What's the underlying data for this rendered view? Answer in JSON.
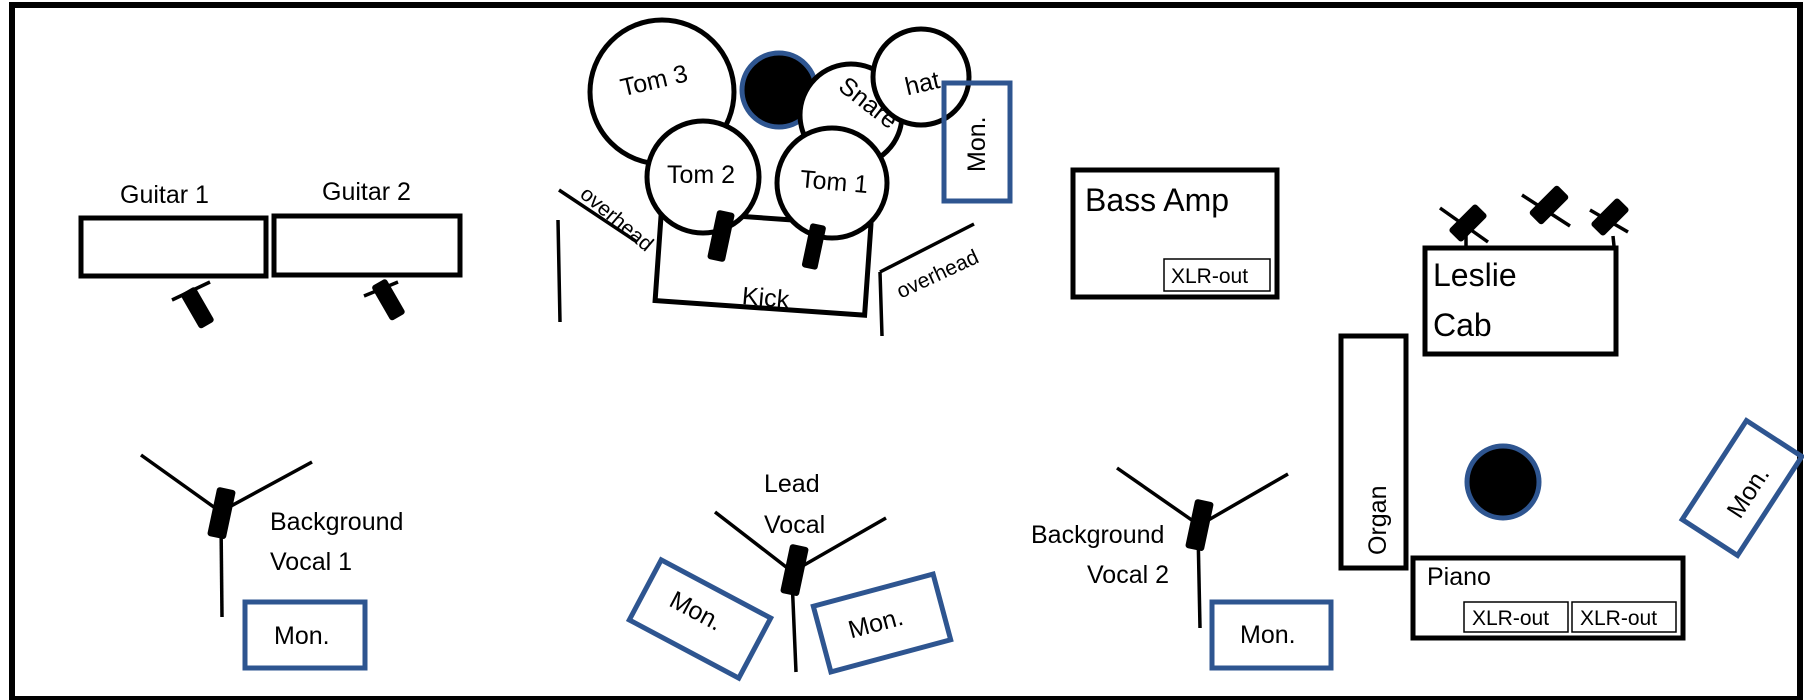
{
  "drums": {
    "tom3": "Tom 3",
    "snare": "Snare",
    "hat": "hat",
    "tom2": "Tom 2",
    "tom1": "Tom 1",
    "kick": "Kick",
    "overhead_left": "overhead",
    "overhead_right": "overhead",
    "monitor": "Mon."
  },
  "guitars": {
    "guitar1": "Guitar 1",
    "guitar2": "Guitar 2"
  },
  "bass": {
    "title": "Bass Amp",
    "output": "XLR-out"
  },
  "leslie": {
    "line1": "Leslie",
    "line2": "Cab"
  },
  "organ": {
    "label": "Organ"
  },
  "piano": {
    "label": "Piano",
    "output1": "XLR-out",
    "output2": "XLR-out",
    "monitor": "Mon."
  },
  "vocals": {
    "bg1_line1": "Background",
    "bg1_line2": "Vocal 1",
    "bg1_monitor": "Mon.",
    "lead_line1": "Lead",
    "lead_line2": "Vocal",
    "lead_monitor_left": "Mon.",
    "lead_monitor_right": "Mon.",
    "bg2_line1": "Background",
    "bg2_line2": "Vocal 2",
    "bg2_monitor": "Mon."
  },
  "colors": {
    "outline": "#000000",
    "monitor": "#2e5590",
    "fill_black": "#000000"
  }
}
